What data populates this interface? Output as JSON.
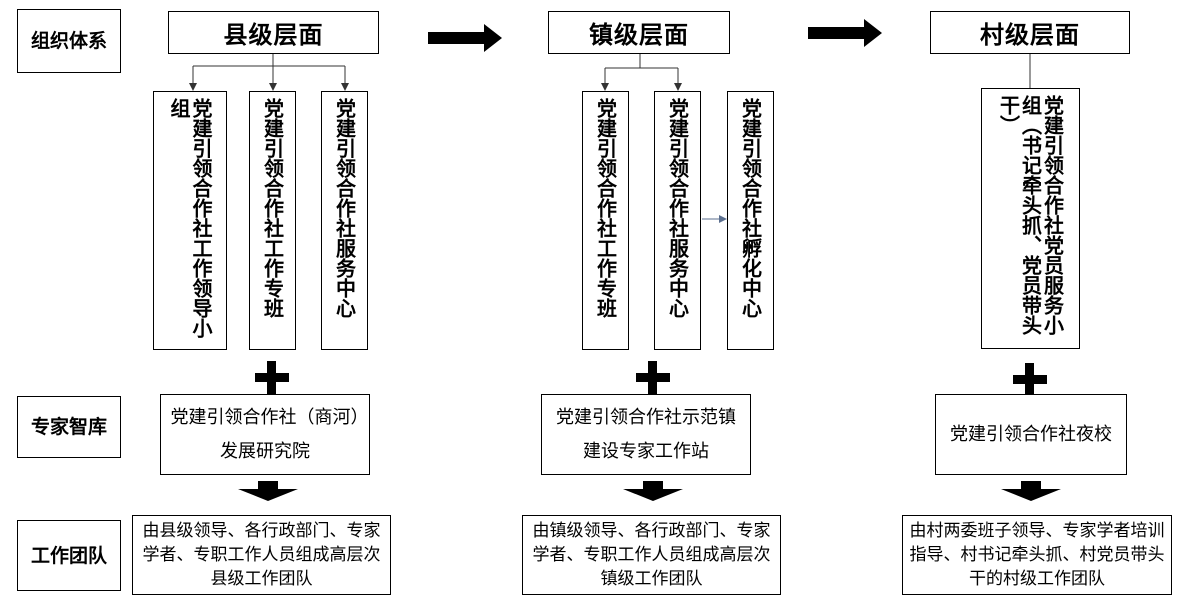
{
  "row_labels": {
    "org": "组织体系",
    "expert": "专家智库",
    "team": "工作团队"
  },
  "levels": [
    {
      "title": "县级层面",
      "units": [
        "党建引领合作社工作领导小组",
        "党建引领合作社工作专班",
        "党建引领合作社服务中心"
      ],
      "expert": "党建引领合作社（商河）发展研究院",
      "team": "由县级领导、各行政部门、专家学者、专职工作人员组成高层次县级工作团队"
    },
    {
      "title": "镇级层面",
      "units": [
        "党建引领合作社工作专班",
        "党建引领合作社服务中心",
        "党建引领合作社孵化中心"
      ],
      "expert": "党建引领合作社示范镇建设专家工作站",
      "team": "由镇级领导、各行政部门、专家学者、专职工作人员组成高层次镇级工作团队"
    },
    {
      "title": "村级层面",
      "units": [
        "党建引领合作社党员服务小组（书记牵头抓、党员带头干）"
      ],
      "expert": "党建引领合作社夜校",
      "team": "由村两委班子领导、专家学者培训指导、村书记牵头抓、村党员带头干的村级工作团队"
    }
  ]
}
